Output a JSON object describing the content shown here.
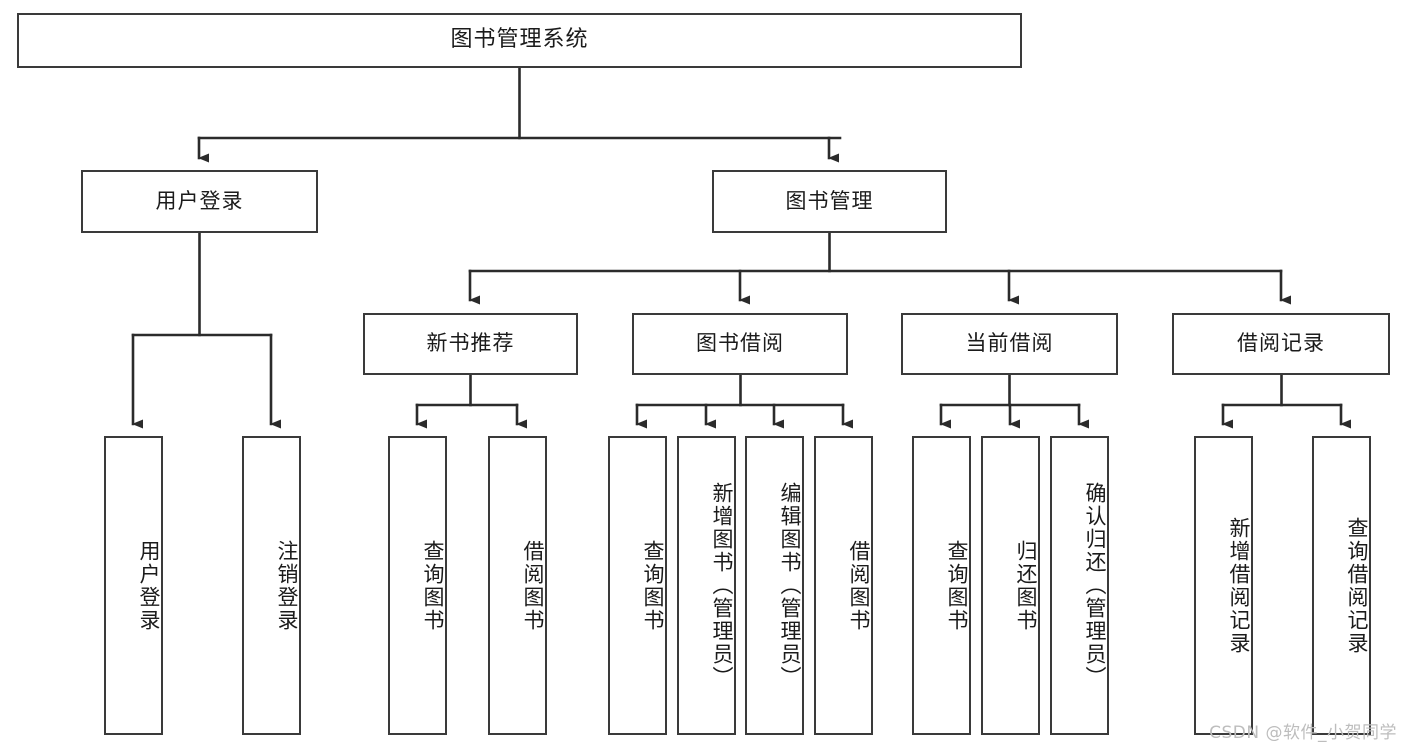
{
  "diagram": {
    "title": "图书管理系统",
    "type": "tree",
    "watermark": "CSDN @软件_小贺同学",
    "colors": {
      "box_border": "#3a3a3a",
      "box_fill": "#ffffff",
      "edge": "#2b2b2b",
      "text": "#1b1b1b",
      "watermark": "#bdbdbd",
      "background": "#ffffff"
    },
    "nodes": {
      "root": {
        "label": "图书管理系统"
      },
      "level2": [
        {
          "id": "user-login",
          "label": "用户登录"
        },
        {
          "id": "book-manage",
          "label": "图书管理"
        }
      ],
      "level3": [
        {
          "id": "new-book-rec",
          "label": "新书推荐"
        },
        {
          "id": "book-borrow",
          "label": "图书借阅"
        },
        {
          "id": "current-borrow",
          "label": "当前借阅"
        },
        {
          "id": "borrow-record",
          "label": "借阅记录"
        }
      ],
      "leaves": [
        {
          "id": "leaf-user-login",
          "label": "用户登录",
          "parent": "user-login"
        },
        {
          "id": "leaf-user-logout",
          "label": "注销登录",
          "parent": "user-login"
        },
        {
          "id": "leaf-query-book-1",
          "label": "查询图书",
          "parent": "new-book-rec"
        },
        {
          "id": "leaf-borrow-book-1",
          "label": "借阅图书",
          "parent": "new-book-rec"
        },
        {
          "id": "leaf-query-book-2",
          "label": "查询图书",
          "parent": "book-borrow"
        },
        {
          "id": "leaf-add-book",
          "label": "新增图书（管理员）",
          "parent": "book-borrow"
        },
        {
          "id": "leaf-edit-book",
          "label": "编辑图书（管理员）",
          "parent": "book-borrow"
        },
        {
          "id": "leaf-borrow-book-2",
          "label": "借阅图书",
          "parent": "book-borrow"
        },
        {
          "id": "leaf-query-book-3",
          "label": "查询图书",
          "parent": "current-borrow"
        },
        {
          "id": "leaf-return-book",
          "label": "归还图书",
          "parent": "current-borrow"
        },
        {
          "id": "leaf-confirm-return",
          "label": "确认归还（管理员）",
          "parent": "current-borrow"
        },
        {
          "id": "leaf-add-record",
          "label": "新增借阅记录",
          "parent": "borrow-record"
        },
        {
          "id": "leaf-query-record",
          "label": "查询借阅记录",
          "parent": "borrow-record"
        }
      ]
    },
    "edges": [
      {
        "from": "root",
        "to": "user-login"
      },
      {
        "from": "root",
        "to": "book-manage"
      },
      {
        "from": "book-manage",
        "to": "new-book-rec"
      },
      {
        "from": "book-manage",
        "to": "book-borrow"
      },
      {
        "from": "book-manage",
        "to": "current-borrow"
      },
      {
        "from": "book-manage",
        "to": "borrow-record"
      },
      {
        "from": "user-login",
        "to": "leaf-user-login"
      },
      {
        "from": "user-login",
        "to": "leaf-user-logout"
      },
      {
        "from": "new-book-rec",
        "to": "leaf-query-book-1"
      },
      {
        "from": "new-book-rec",
        "to": "leaf-borrow-book-1"
      },
      {
        "from": "book-borrow",
        "to": "leaf-query-book-2"
      },
      {
        "from": "book-borrow",
        "to": "leaf-add-book"
      },
      {
        "from": "book-borrow",
        "to": "leaf-edit-book"
      },
      {
        "from": "book-borrow",
        "to": "leaf-borrow-book-2"
      },
      {
        "from": "current-borrow",
        "to": "leaf-query-book-3"
      },
      {
        "from": "current-borrow",
        "to": "leaf-return-book"
      },
      {
        "from": "current-borrow",
        "to": "leaf-confirm-return"
      },
      {
        "from": "borrow-record",
        "to": "leaf-add-record"
      },
      {
        "from": "borrow-record",
        "to": "leaf-query-record"
      }
    ]
  }
}
